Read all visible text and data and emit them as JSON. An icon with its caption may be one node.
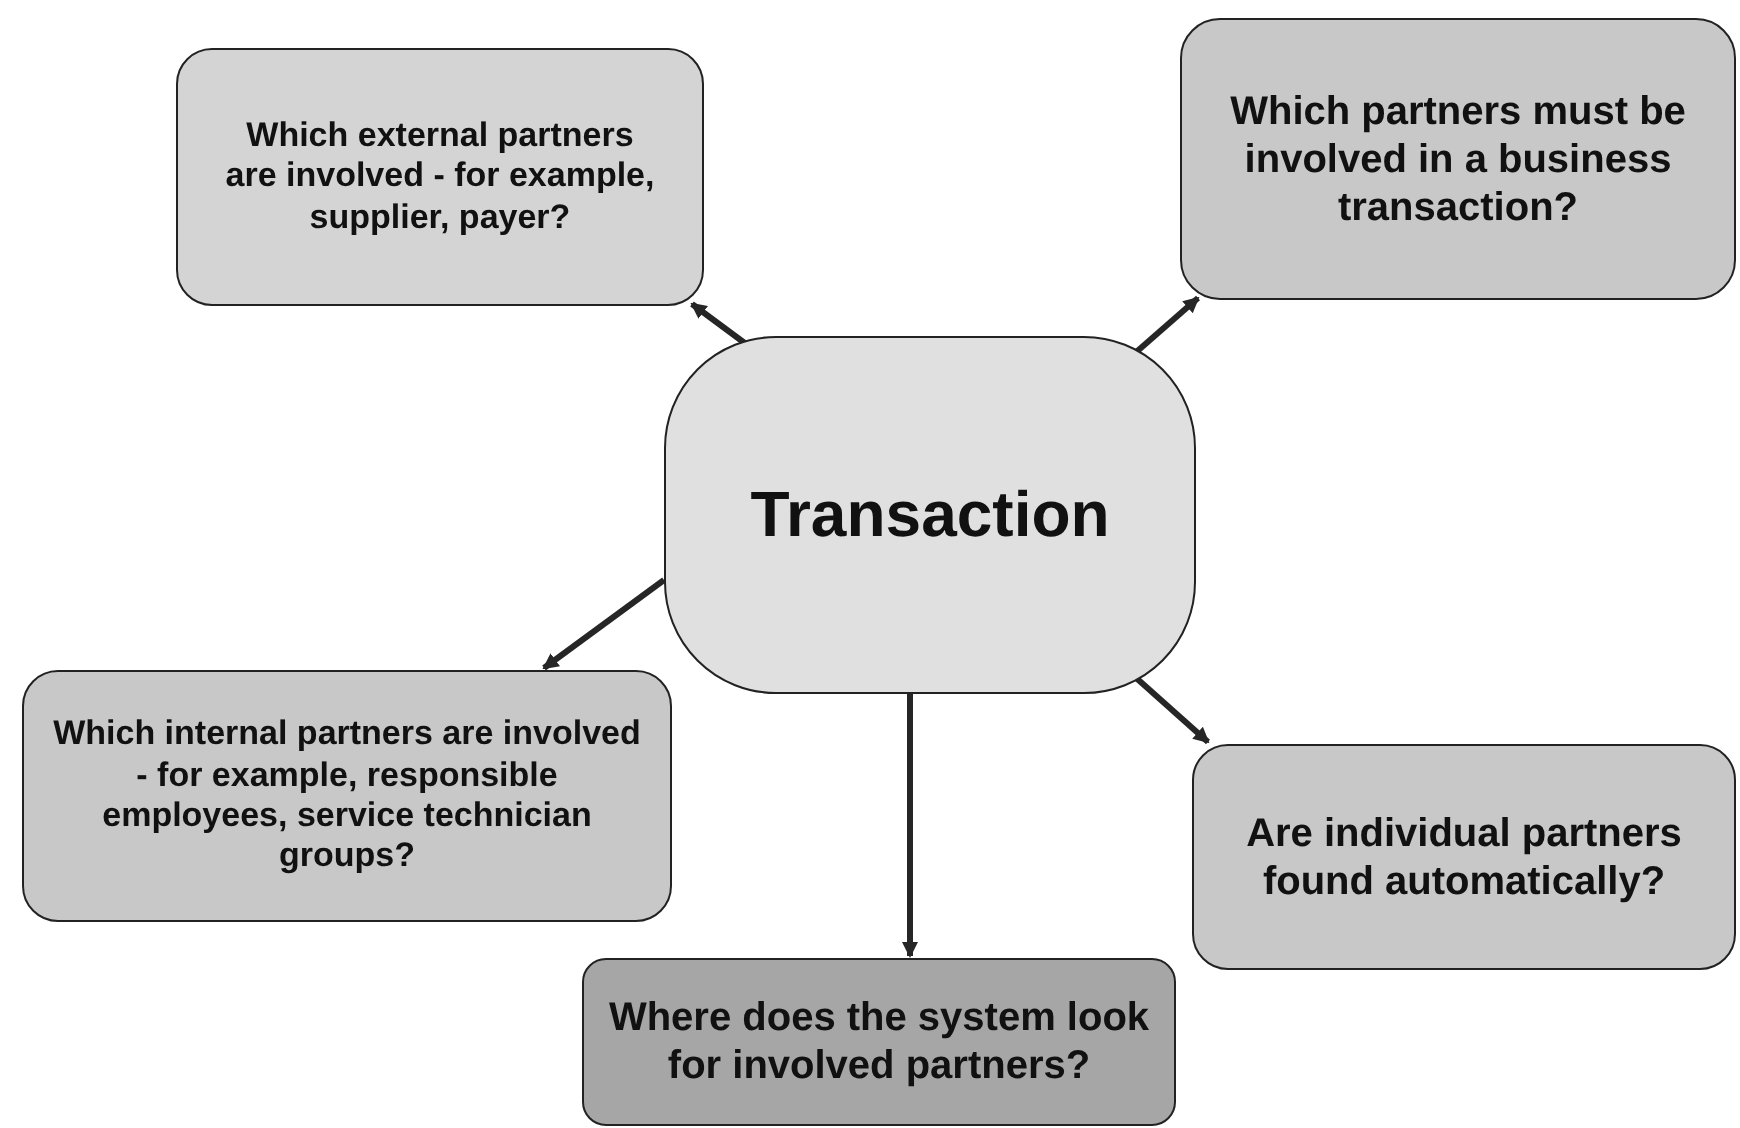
{
  "diagram": {
    "nodes": [
      {
        "text": [
          "Which external partners are involved - for example, supplier, payer?"
        ]
      },
      {
        "text": [
          "Which partners must be involved in a business transaction?"
        ]
      },
      {
        "text": [
          "Transaction"
        ]
      },
      {
        "text": [
          "Which internal partners are involved - for example, responsible employees, service technician groups?"
        ]
      },
      {
        "text": [
          "Are individual partners found automatically?"
        ]
      },
      {
        "text": [
          "Where does the system look for involved partners?"
        ]
      }
    ],
    "edges": [
      {
        "from": 2,
        "to": 0,
        "arrow": "to"
      },
      {
        "from": 2,
        "to": 1,
        "arrow": "to"
      },
      {
        "from": 2,
        "to": 3,
        "arrow": "to"
      },
      {
        "from": 2,
        "to": 5,
        "arrow": "to"
      },
      {
        "from": 2,
        "to": 4,
        "arrow": "to"
      }
    ]
  }
}
